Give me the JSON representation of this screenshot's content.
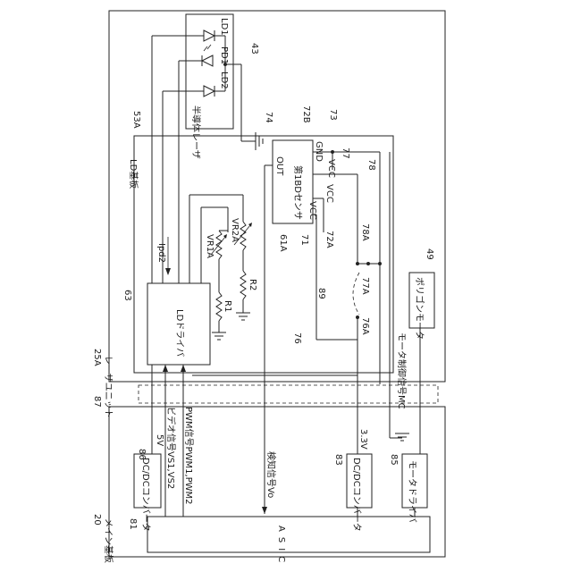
{
  "diagram": {
    "labels": {
      "laser_unit": "レーザユニット",
      "laser_unit_ref": "25A",
      "main_board": "メイン基板",
      "main_board_ref": "20",
      "ld_board": "LD基板",
      "ld_board_ref": "53A",
      "ld_driver": "LDドライバ",
      "ld_driver_ref": "63",
      "semiconductor_laser": "半導体レーザ",
      "semiconductor_laser_ref": "43",
      "ld1": "LD1",
      "ld2": "LD2",
      "pd1": "PD1",
      "ipd2": "Ipd2",
      "vr1a": "VR1A",
      "vr2a": "VR2A",
      "r1": "R1",
      "r2": "R2",
      "bd_sensor": "第1BDセンサ",
      "bd_sensor_ref": "61A",
      "out": "OUT",
      "gnd": "GND",
      "vcc_top": "VCC",
      "vcc_mid": "VCC",
      "vcc_bottom": "VCC",
      "ref_74": "74",
      "ref_72b": "72B",
      "ref_73": "73",
      "ref_77": "77",
      "ref_78": "78",
      "ref_71": "71",
      "ref_72a": "72A",
      "ref_78a": "78A",
      "ref_89": "89",
      "ref_77a": "77A",
      "ref_76": "76",
      "ref_76a": "76A",
      "ref_87": "87",
      "polygon_motor": "ポリゴンモータ",
      "polygon_motor_ref": "49",
      "motor_control_signal": "モータ制御信号MC",
      "asic": "ASIC",
      "asic_ref": "81",
      "dcdc_5v": "DC/DCコンバータ",
      "dcdc_5v_ref": "86",
      "v5": "5V",
      "video_signal": "ビデオ信号VS1,VS2",
      "pwm_signal": "PWM信号PWM1,PWM2",
      "detection_signal": "検知信号Vo",
      "dcdc_33v": "DC/DCコンバータ",
      "dcdc_33v_ref": "83",
      "v33": "3.3V",
      "motor_driver": "モータドライバ",
      "motor_driver_ref": "85"
    }
  }
}
